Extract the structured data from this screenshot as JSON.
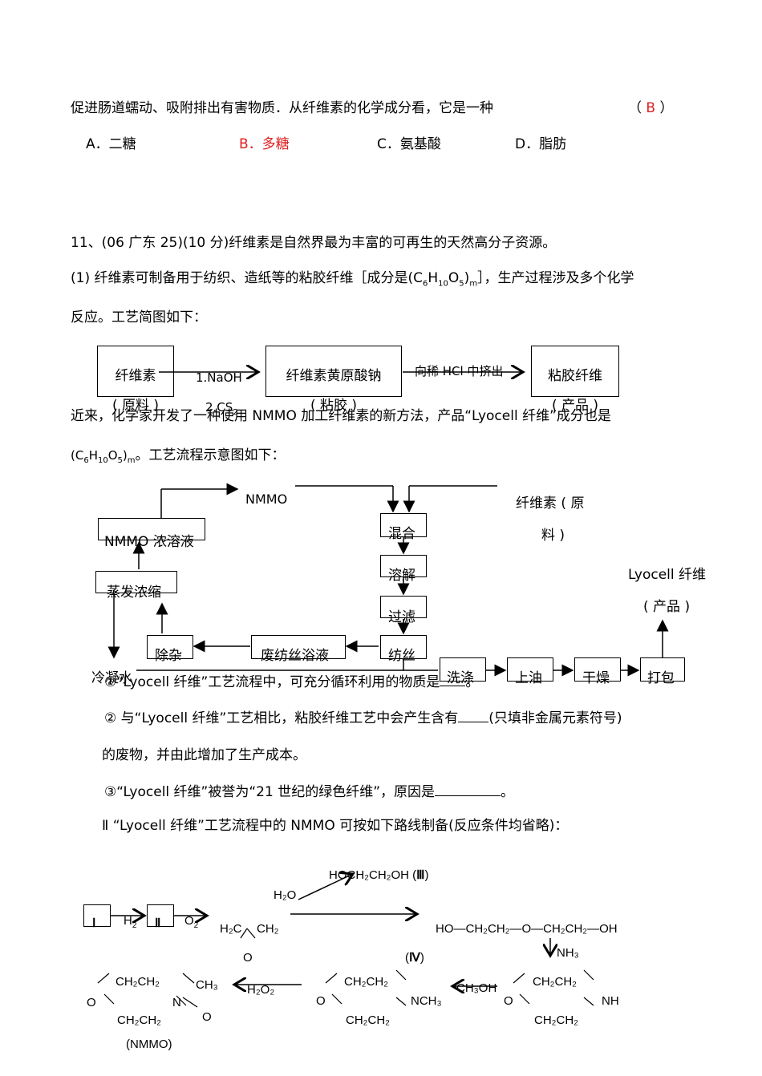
{
  "q10": {
    "stem": "促进肠道蠕动、吸附排出有害物质．从纤维素的化学成分看，它是一种",
    "answer_open": "（",
    "answer": "B",
    "answer_close": "）",
    "options": [
      "A．二糖",
      "B．多糖",
      "C．氨基酸",
      "D．脂肪"
    ]
  },
  "q11": {
    "header": "11、(06 广东 25)(10 分)纤维素是自然界最为丰富的可再生的天然高分子资源。",
    "p1_a": "(1) 纤维素可制备用于纺织、造纸等的粘胶纤维［成分是(C",
    "p1_sub1": "6",
    "p1_b": "H",
    "p1_sub2": "10",
    "p1_c": "O",
    "p1_sub3": "5",
    "p1_d": ")",
    "p1_sub4": "m",
    "p1_e": "］，生产过程涉及多个化学",
    "p1_line2": "反应。工艺简图如下：",
    "flow1": {
      "box1": "纤维素",
      "box1_note": "( 原料 )",
      "arrow1_top": "1.NaOH",
      "arrow1_bottom": "2.CS",
      "arrow1_bottom_sub": "2",
      "box2": "纤维素黄原酸钠",
      "box2_note": "( 粘胶 )",
      "arrow2": "向稀 HCl 中挤出",
      "box3": "粘胶纤维",
      "box3_note": "( 产品 )"
    },
    "p2_a": "近来，化学家开发了一种使用 NMMO 加工纤维素的新方法，产品“Lyocell 纤维”成分也是",
    "p2_b1": "(C",
    "p2_b_sub1": "6",
    "p2_b2": "H",
    "p2_b_sub2": "10",
    "p2_b3": "O",
    "p2_b_sub3": "5",
    "p2_b4": ")",
    "p2_b_sub4": "m",
    "p2_b5": "。工艺流程示意图如下：",
    "flow2": {
      "nmmo": "NMMO",
      "cellulose": "纤维素 ( 原",
      "cellulose2": "料 )",
      "nmmo_conc": "NMMO 浓溶液",
      "mix": "混合",
      "dissolve": "溶解",
      "filter": "过滤",
      "spin": "纺丝",
      "evap": "蒸发浓缩",
      "purify": "除杂",
      "waste": "废纺丝浴液",
      "condensate": "冷凝水",
      "wash": "洗涤",
      "oil": "上油",
      "dry": "干燥",
      "pack": "打包",
      "product": "Lyocell 纤维",
      "product2": "( 产品 )"
    },
    "q1": "①“Lyocell 纤维”工艺流程中，可充分循环利用的物质是",
    "q1_end": "。",
    "q2": "② 与“Lyocell 纤维”工艺相比，粘胶纤维工艺中会产生含有",
    "q2_end": "(只填非金属元素符号)",
    "q2_line2": "的废物，并由此增加了生产成本。",
    "q3": "③“Lyocell 纤维”被誉为“21 世纪的绿色纤维”，原因是",
    "q3_end": "。",
    "partII": "Ⅱ “Lyocell 纤维”工艺流程中的 NMMO 可按如下路线制备(反应条件均省略)：",
    "route": {
      "I": "Ⅰ",
      "H2": "H",
      "H2_sub": "2",
      "II": "Ⅱ",
      "O2": "O",
      "O2_sub": "2",
      "epoxide_left": "H₂C",
      "epoxide_right": "CH₂",
      "epoxide_O": "O",
      "h2o": "H₂O",
      "III_formula": "HOCH₂CH₂OH",
      "III_label": "Ⅲ",
      "diol": "HO—CH₂CH₂—O—CH₂CH₂—OH",
      "IV": "Ⅳ",
      "nh3": "NH₃",
      "morph_top": "CH₂CH₂",
      "morph_bottom": "CH₂CH₂",
      "morph_O": "O",
      "morph_NH": "NH",
      "ch3oh": "CH₃OH",
      "nmm_N": "NCH₃",
      "h2o2": "H₂O₂",
      "nmmo_CH3": "CH₃",
      "nmmo_N": "N",
      "nmmo_O": "O",
      "nmmo_label": "(NMMO)"
    }
  }
}
